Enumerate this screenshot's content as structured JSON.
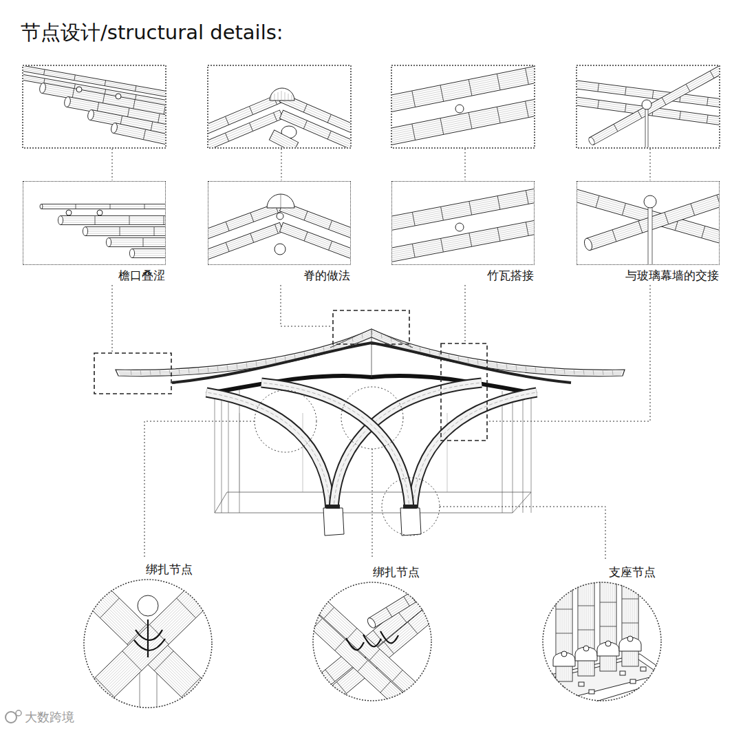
{
  "diagram": {
    "title": "节点设计/structural details:",
    "nodes": [
      {
        "text": [
          "檐口叠涩"
        ]
      },
      {
        "text": [
          "脊的做法"
        ]
      },
      {
        "text": [
          "竹瓦搭接"
        ]
      },
      {
        "text": [
          "与玻璃幕墙的交接"
        ]
      },
      {
        "text": [
          "绑扎节点"
        ]
      },
      {
        "text": [
          "绑扎节点"
        ]
      },
      {
        "text": [
          "支座节点"
        ]
      }
    ],
    "labels": [
      "大数跨境"
    ]
  }
}
